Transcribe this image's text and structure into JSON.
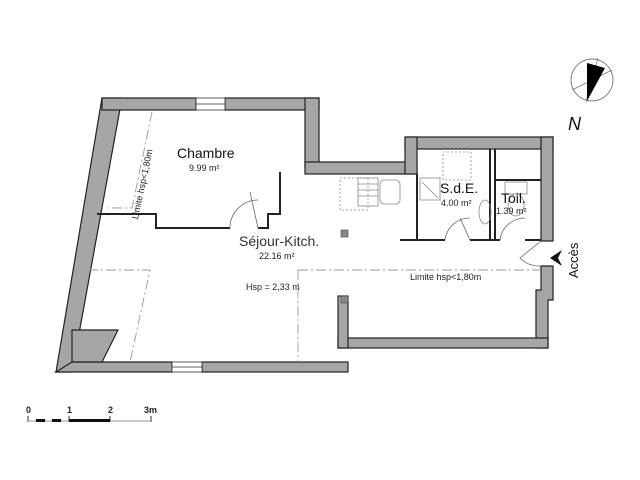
{
  "plan": {
    "rooms": [
      {
        "id": "chambre",
        "name": "Chambre",
        "area": "9.99 m²"
      },
      {
        "id": "sejour",
        "name": "Séjour-Kitch.",
        "area": "22.16 m²"
      },
      {
        "id": "sde",
        "name": "S.d.E.",
        "area": "4.00 m²"
      },
      {
        "id": "toil",
        "name": "Toil.",
        "area": "1.39 m²"
      }
    ],
    "annotations": {
      "hsp": "Hsp = 2,33 m",
      "limit_horizontal": "Limite hsp<1,80m",
      "limit_vertical": "Limite hsp<1,80m",
      "access": "Accès"
    },
    "north": {
      "label": "N"
    },
    "scale_bar": {
      "ticks": [
        "0",
        "1",
        "2",
        "3m"
      ]
    },
    "colors": {
      "wall": "#a6a6a6",
      "wall_outline": "#222222",
      "dash": "#999999"
    }
  }
}
